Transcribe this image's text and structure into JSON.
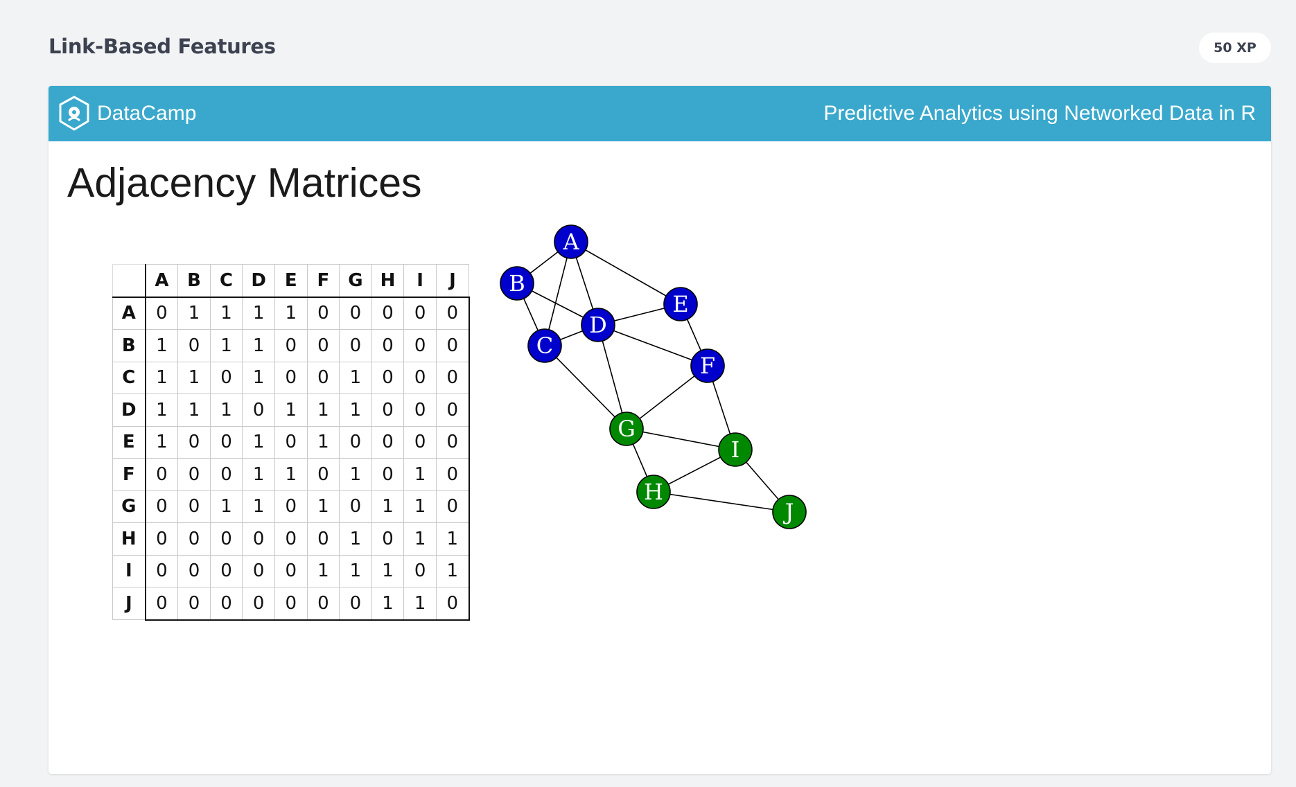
{
  "exercise": {
    "title": "Link-Based Features",
    "xp": "50 XP"
  },
  "slide": {
    "brand": "DataCamp",
    "course": "Predictive Analytics using Networked Data in R",
    "heading": "Adjacency Matrices"
  },
  "matrix": {
    "labels": [
      "A",
      "B",
      "C",
      "D",
      "E",
      "F",
      "G",
      "H",
      "I",
      "J"
    ],
    "rows": [
      [
        "0",
        "1",
        "1",
        "1",
        "1",
        "0",
        "0",
        "0",
        "0",
        "0"
      ],
      [
        "1",
        "0",
        "1",
        "1",
        "0",
        "0",
        "0",
        "0",
        "0",
        "0"
      ],
      [
        "1",
        "1",
        "0",
        "1",
        "0",
        "0",
        "1",
        "0",
        "0",
        "0"
      ],
      [
        "1",
        "1",
        "1",
        "0",
        "1",
        "1",
        "1",
        "0",
        "0",
        "0"
      ],
      [
        "1",
        "0",
        "0",
        "1",
        "0",
        "1",
        "0",
        "0",
        "0",
        "0"
      ],
      [
        "0",
        "0",
        "0",
        "1",
        "1",
        "0",
        "1",
        "0",
        "1",
        "0"
      ],
      [
        "0",
        "0",
        "1",
        "1",
        "0",
        "1",
        "0",
        "1",
        "1",
        "0"
      ],
      [
        "0",
        "0",
        "0",
        "0",
        "0",
        "0",
        "1",
        "0",
        "1",
        "1"
      ],
      [
        "0",
        "0",
        "0",
        "0",
        "0",
        "1",
        "1",
        "1",
        "0",
        "1"
      ],
      [
        "0",
        "0",
        "0",
        "0",
        "0",
        "0",
        "0",
        "1",
        "1",
        "0"
      ]
    ]
  },
  "graph": {
    "colors": {
      "blue": "#0000cc",
      "green": "#008800",
      "edge": "#000000"
    },
    "nodes": [
      {
        "id": "A",
        "color": "blue"
      },
      {
        "id": "B",
        "color": "blue"
      },
      {
        "id": "C",
        "color": "blue"
      },
      {
        "id": "D",
        "color": "blue"
      },
      {
        "id": "E",
        "color": "blue"
      },
      {
        "id": "F",
        "color": "blue"
      },
      {
        "id": "G",
        "color": "green"
      },
      {
        "id": "H",
        "color": "green"
      },
      {
        "id": "I",
        "color": "green"
      },
      {
        "id": "J",
        "color": "green"
      }
    ],
    "edges": [
      [
        "A",
        "B"
      ],
      [
        "A",
        "C"
      ],
      [
        "A",
        "D"
      ],
      [
        "A",
        "E"
      ],
      [
        "B",
        "C"
      ],
      [
        "B",
        "D"
      ],
      [
        "C",
        "D"
      ],
      [
        "C",
        "G"
      ],
      [
        "D",
        "E"
      ],
      [
        "D",
        "F"
      ],
      [
        "D",
        "G"
      ],
      [
        "E",
        "F"
      ],
      [
        "F",
        "G"
      ],
      [
        "F",
        "I"
      ],
      [
        "G",
        "H"
      ],
      [
        "G",
        "I"
      ],
      [
        "H",
        "I"
      ],
      [
        "H",
        "J"
      ],
      [
        "I",
        "J"
      ]
    ]
  }
}
